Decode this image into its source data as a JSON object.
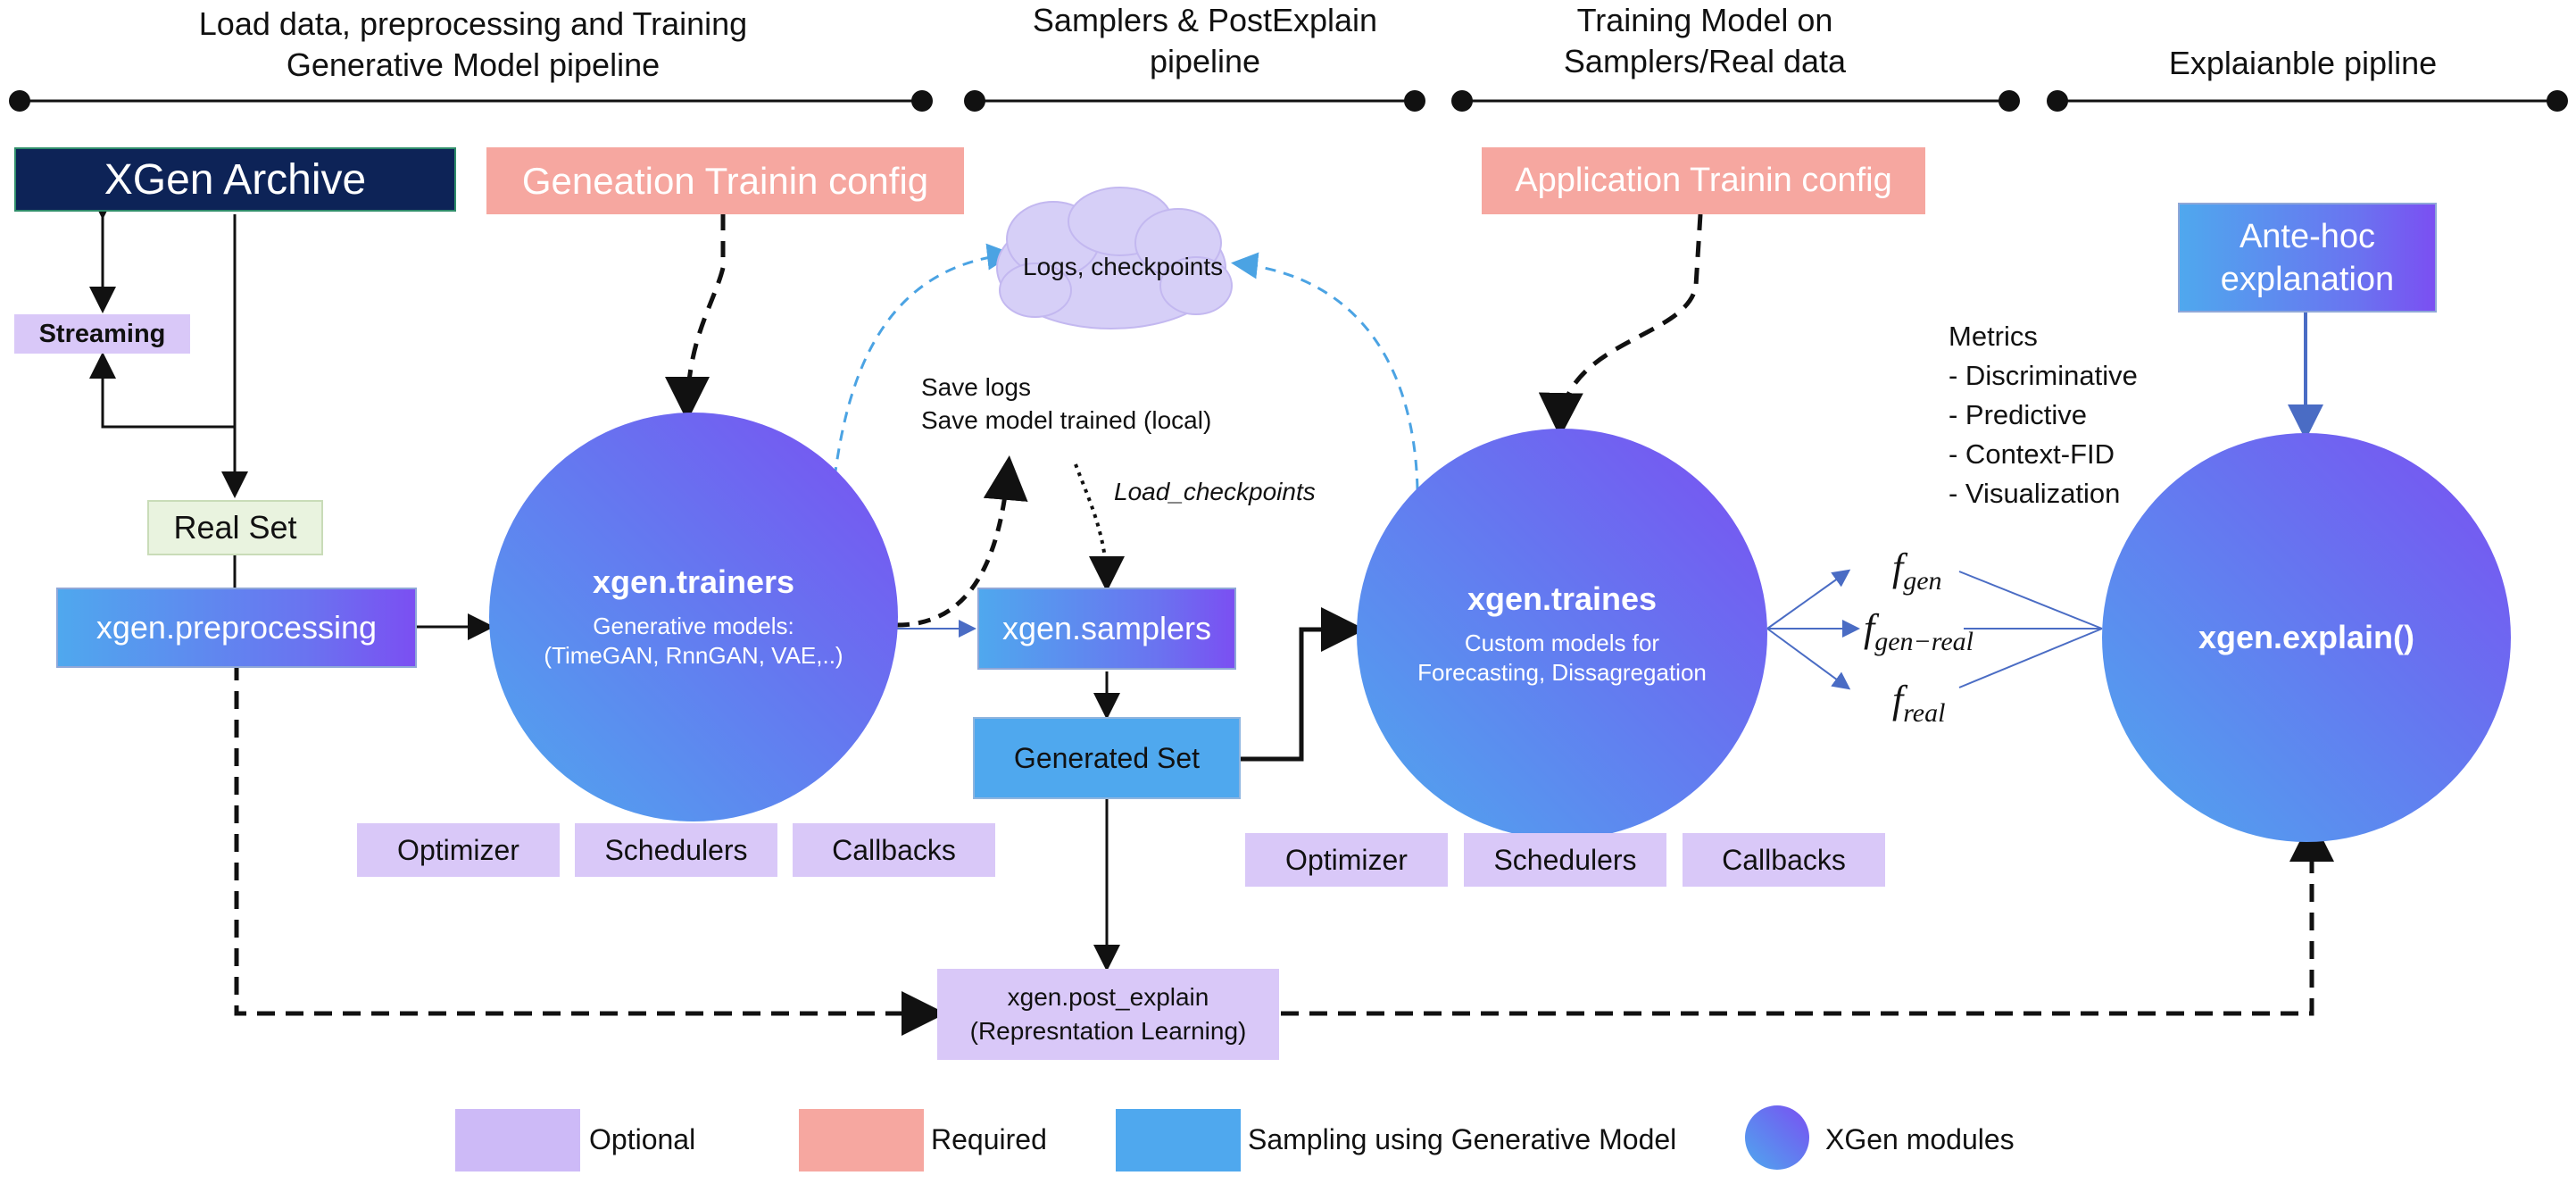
{
  "headers": {
    "stage1": "Load data, preprocessing and Training\nGenerative Model pipeline",
    "stage2": "Samplers & PostExplain\npipeline",
    "stage3": "Training Model on\nSamplers/Real data",
    "stage4": "Explaianble pipline"
  },
  "nodes": {
    "archive": "XGen Archive",
    "streaming": "Streaming",
    "real_set": "Real Set",
    "preprocessing": "xgen.preprocessing",
    "gen_config": "Geneation Trainin config",
    "logs": "Logs, checkpoints",
    "save_logs": "Save logs",
    "save_model": "Save model trained (local)",
    "load_checkpoints": "Load_checkpoints",
    "trainers_title": "xgen.trainers",
    "trainers_sub": "Generative models:\n(TimeGAN, RnnGAN, VAE,..)",
    "samplers": "xgen.samplers",
    "generated_set": "Generated Set",
    "app_config": "Application Trainin config",
    "traines_title": "xgen.traines",
    "traines_sub": "Custom models for\nForecasting, Dissagregation",
    "post_explain_line1": "xgen.post_explain",
    "post_explain_line2": "(Represntation Learning)",
    "antehoc": "Ante-hoc\nexplanation",
    "explain": "xgen.explain()",
    "optimizer_1": "Optimizer",
    "schedulers_1": "Schedulers",
    "callbacks_1": "Callbacks",
    "optimizer_2": "Optimizer",
    "schedulers_2": "Schedulers",
    "callbacks_2": "Callbacks"
  },
  "metrics": {
    "title": "Metrics",
    "items": [
      "- Discriminative",
      "- Predictive",
      "- Context-FID",
      "- Visualization"
    ]
  },
  "functions": {
    "f_gen": {
      "base": "f",
      "sub": "gen"
    },
    "f_gen_real": {
      "base": "f",
      "sub": "gen−real"
    },
    "f_real": {
      "base": "f",
      "sub": "real"
    }
  },
  "legend": {
    "optional": "Optional",
    "required": "Required",
    "sampling": "Sampling using Generative Model",
    "modules": "XGen modules"
  },
  "colors": {
    "dark_navy": "#0d2357",
    "required": "#f6a7a0",
    "optional": "#d9c8f8",
    "blue": "#4fa8ee",
    "purple": "#7b4ff2",
    "real_set_bg": "#e9f3df",
    "cloud": "#d6cff7",
    "dashed_blue": "#4ba3e3"
  }
}
